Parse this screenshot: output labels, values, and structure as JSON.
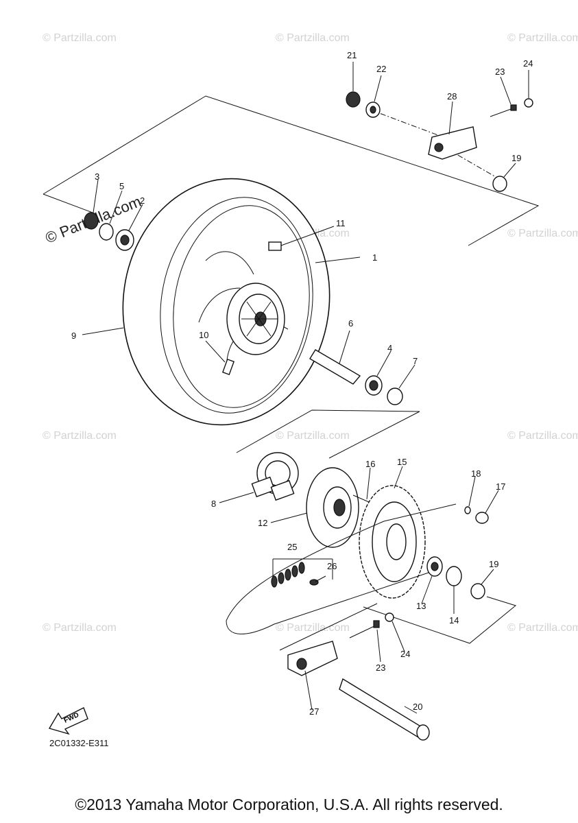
{
  "watermarks": {
    "small": "© Partzilla.com",
    "big": "© Partzilla.com"
  },
  "diagram_code": "2C01332-E311",
  "fwd_label": "FWD",
  "copyright": "©2013 Yamaha Motor Corporation, U.S.A. All rights reserved.",
  "callouts": {
    "c1": "1",
    "c2": "2",
    "c3": "3",
    "c4": "4",
    "c5": "5",
    "c6": "6",
    "c7": "7",
    "c8": "8",
    "c9": "9",
    "c10": "10",
    "c11": "11",
    "c12": "12",
    "c13": "13",
    "c14": "14",
    "c15": "15",
    "c16": "16",
    "c17": "17",
    "c18": "18",
    "c19a": "19",
    "c19b": "19",
    "c20": "20",
    "c21": "21",
    "c22": "22",
    "c23a": "23",
    "c23b": "23",
    "c24a": "24",
    "c24b": "24",
    "c25": "25",
    "c26": "26",
    "c27": "27",
    "c28": "28"
  }
}
